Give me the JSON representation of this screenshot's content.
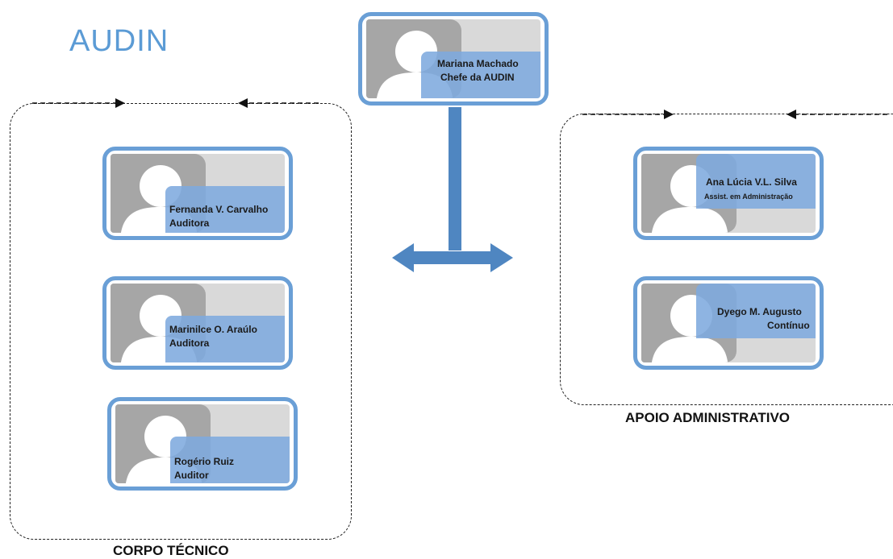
{
  "title": "AUDIN",
  "chief": {
    "name": "Mariana Machado",
    "role": "Chefe da AUDIN",
    "icon": "user-silhouette-icon"
  },
  "groups": {
    "technical": {
      "label": "CORPO TÉCNICO",
      "members": [
        {
          "name": "Fernanda V. Carvalho",
          "role": "Auditora",
          "icon": "user-silhouette-icon"
        },
        {
          "name": "Marinilce O. Araúlo",
          "role": "Auditora",
          "icon": "user-silhouette-icon"
        },
        {
          "name": "Rogério Ruiz",
          "role": "Auditor",
          "icon": "user-silhouette-icon"
        }
      ]
    },
    "admin": {
      "label": "APOIO ADMINISTRATIVO",
      "members": [
        {
          "name": "Ana Lúcia V.L. Silva",
          "role": "Assist. em Administração",
          "icon": "user-silhouette-icon"
        },
        {
          "name": "Dyego M. Augusto",
          "role": "Contínuo",
          "icon": "user-silhouette-icon"
        }
      ]
    }
  },
  "colors": {
    "accent": "#5b9bd5",
    "card_border": "#6a9fd6",
    "connector": "#4f86c1"
  }
}
